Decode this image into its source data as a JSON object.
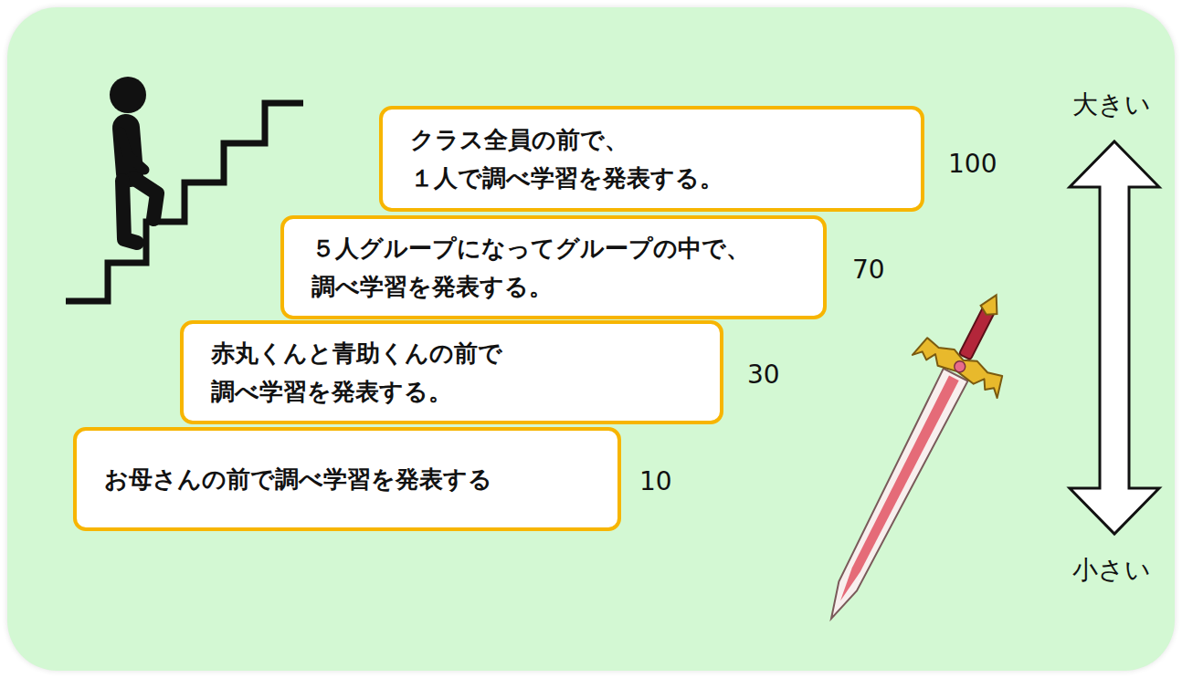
{
  "diagram": {
    "nodes": [
      {
        "text": [
          "クラス全員の前で、 １人で調べ学習を発表する。"
        ]
      },
      {
        "text": [
          "５人グループになってグループの中で、 調べ学習を発表する。"
        ]
      },
      {
        "text": [
          "赤丸くんと青助くんの前で 調べ学習を発表する。"
        ]
      },
      {
        "text": [
          "お母さんの前で調べ学習を発表する"
        ]
      }
    ],
    "labels": [
      "100",
      "70",
      "30",
      "10",
      "大きい",
      "小さい"
    ]
  }
}
